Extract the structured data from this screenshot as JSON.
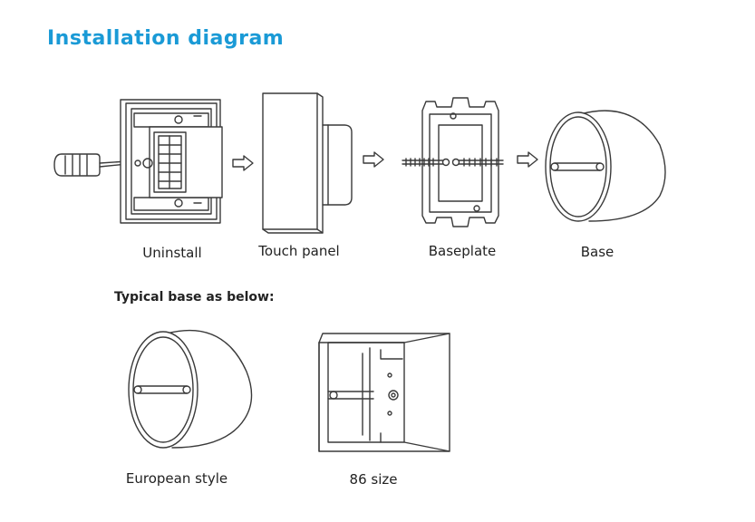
{
  "heading": "Installation diagram",
  "steps": [
    {
      "label": "Uninstall",
      "illustration": "screwdriver-and-panel"
    },
    {
      "label": "Touch panel",
      "illustration": "touch-panel"
    },
    {
      "label": "Baseplate",
      "illustration": "baseplate-with-screws"
    },
    {
      "label": "Base",
      "illustration": "round-base"
    }
  ],
  "typical_section": {
    "heading": "Typical base as below:",
    "items": [
      {
        "label": "European style",
        "illustration": "round-base"
      },
      {
        "label": "86 size",
        "illustration": "square-box"
      }
    ]
  },
  "colors": {
    "heading": "#1a9ad6",
    "line": "#3a3a3a"
  },
  "icons": [
    "arrow-right-icon",
    "screwdriver-icon",
    "screw-icon"
  ]
}
